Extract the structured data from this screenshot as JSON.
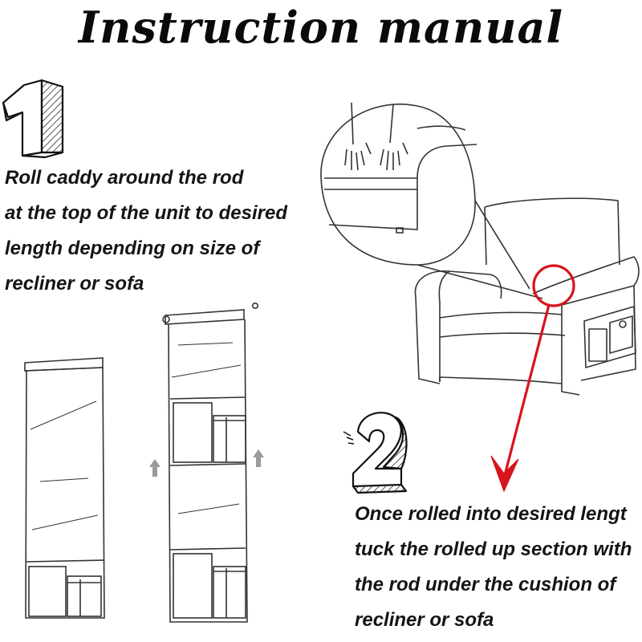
{
  "title": "Instruction manual",
  "steps": [
    {
      "number": "1",
      "lines": [
        "Roll caddy around the rod",
        "at the top of the unit to desired",
        "length depending on size of",
        "recliner or sofa"
      ]
    },
    {
      "number": "2",
      "lines": [
        "Once rolled into desired lengt",
        "tuck the rolled up section with",
        "the rod under the cushion of",
        "recliner or sofa"
      ]
    }
  ],
  "colors": {
    "ink": "#111111",
    "arrow": "#d8141c",
    "up_arrow": "#9a9a9a",
    "hatch": "#333333"
  }
}
